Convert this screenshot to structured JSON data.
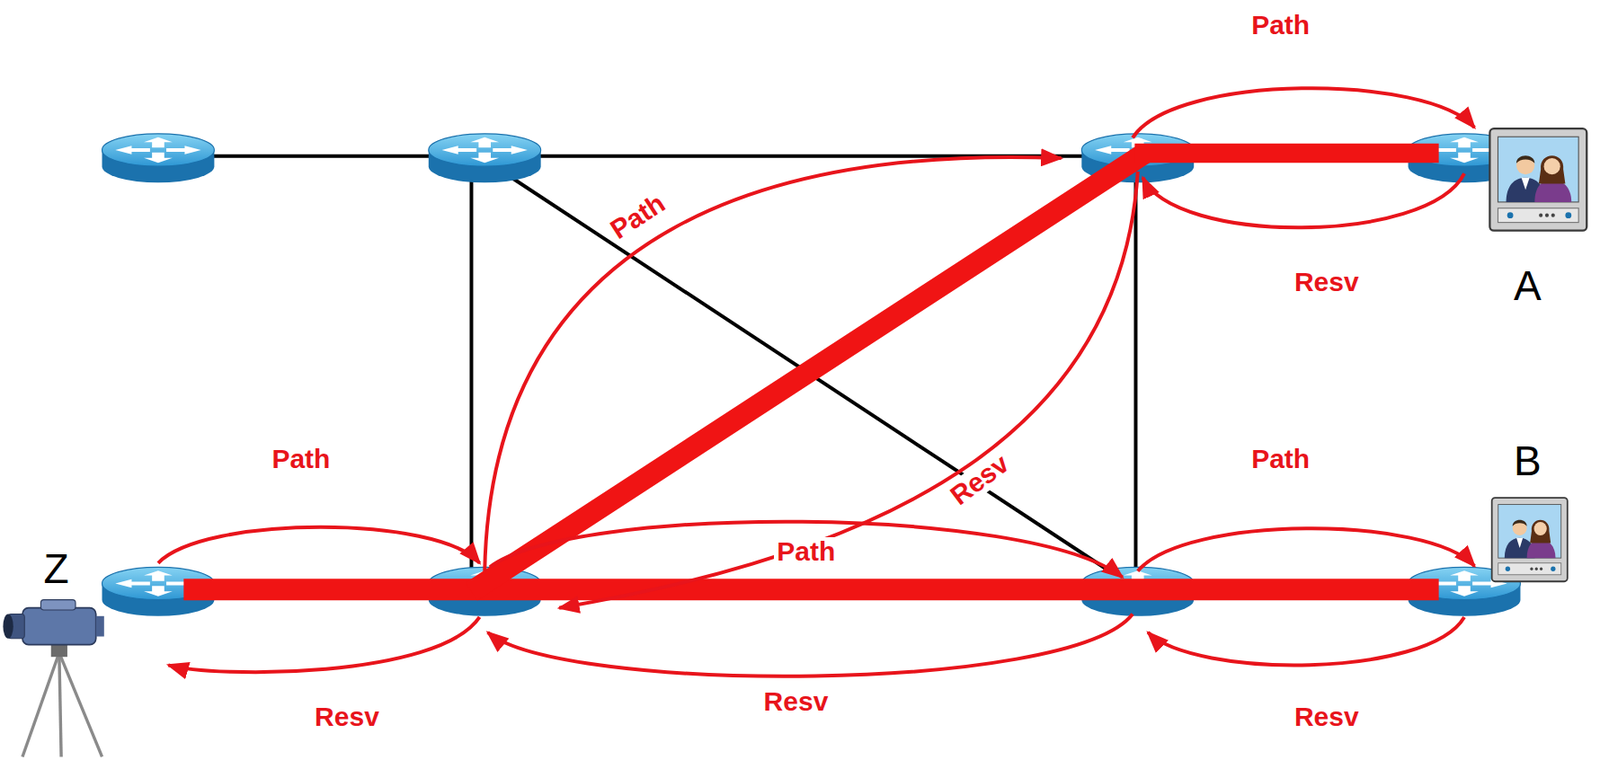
{
  "diagram": {
    "labels": [
      "Path",
      "Path",
      "Resv",
      "A",
      "Path",
      "Resv",
      "Path",
      "B",
      "Z",
      "Path",
      "Resv",
      "Resv",
      "Resv"
    ]
  }
}
